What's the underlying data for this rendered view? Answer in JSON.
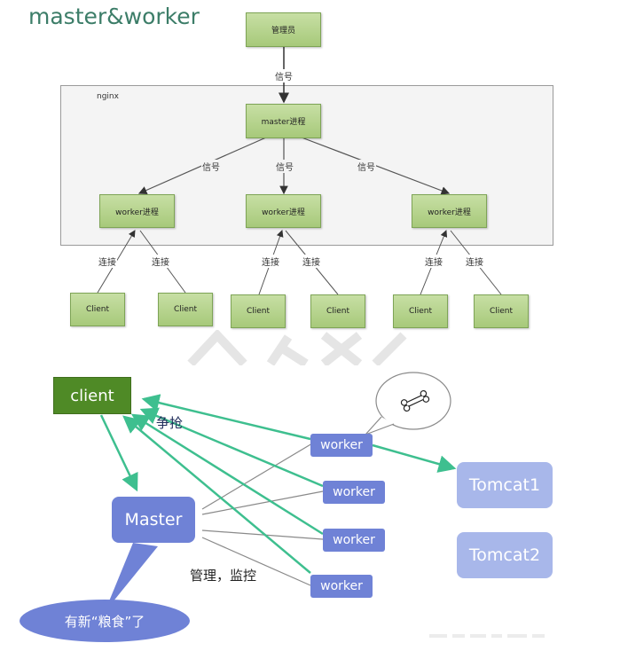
{
  "title": "master&worker",
  "top_diagram": {
    "manager_label": "管理员",
    "signal_label": "信号",
    "nginx_label": "nginx",
    "master_label": "master进程",
    "worker_label": "worker进程",
    "connect_label": "连接",
    "client_label": "Client"
  },
  "bottom_diagram": {
    "client_label": "client",
    "compete_label": "争抢",
    "master_label": "Master",
    "workers": [
      "worker",
      "worker",
      "worker",
      "worker"
    ],
    "tomcats": [
      "Tomcat1",
      "Tomcat2"
    ],
    "manage_label": "管理，监控",
    "bubble_text": "有新“粮食”了",
    "bone_icon": "bone-icon"
  },
  "colors": {
    "title": "#3c7d68",
    "green_box": "#a7c97a",
    "client_green": "#4f8a26",
    "worker_blue": "#6f82d6",
    "tomcat_blue": "#a8b7ea",
    "arrow_teal": "#3ebf8f"
  }
}
